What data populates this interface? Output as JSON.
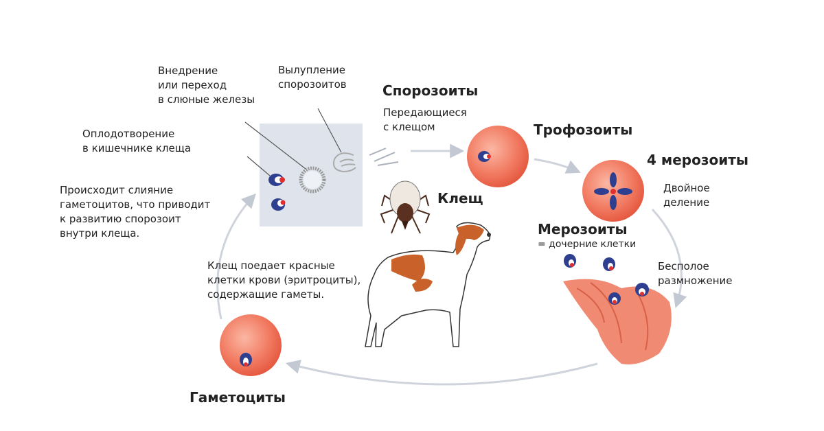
{
  "labels": {
    "invasion": [
      "Внедрение",
      "или переход",
      "в слюные железы"
    ],
    "hatching": [
      "Вылупление",
      "спорозоитов"
    ],
    "sporozoites": "Спорозоиты",
    "transmitted": [
      "Передающиеся",
      "с клещом"
    ],
    "trophozoites": "Трофозоиты",
    "four_merozoites": "4 мерозоиты",
    "binary_division": [
      "Двойное",
      "деление"
    ],
    "fertilization": [
      "Оплодотворение",
      "в кишечнике клеща"
    ],
    "fusion": [
      "Происходит слияние",
      "гаметоцитов, что приводит",
      "к развитию спорозоит",
      "внутри клеща."
    ],
    "tick": "Клещ",
    "merozoites": "Мерозоиты",
    "daughter_cells": "= дочерние клетки",
    "asexual": [
      "Бесполое",
      "размножение"
    ],
    "tick_eats": [
      "Клещ поедает красные",
      "клетки крови (эритроциты),",
      "содержащие гаметы."
    ],
    "gametocytes": "Гаметоциты"
  },
  "colors": {
    "cell": "#f07a62",
    "parasite_blue": "#2e3f8f",
    "parasite_red": "#e03030",
    "arrow": "#c9ced6",
    "panel": "#dfe4ec",
    "dog_patch": "#c8622a"
  }
}
